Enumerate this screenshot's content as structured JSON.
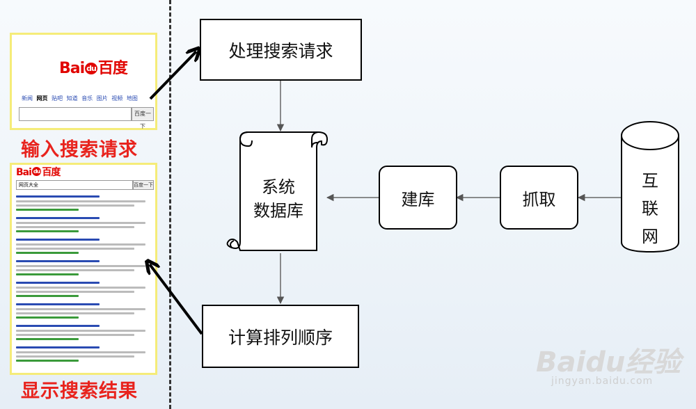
{
  "left": {
    "search_panel": {
      "logo_text": "Bai",
      "logo_du": "du",
      "logo_cn": "百度",
      "nav_items": [
        "新闻",
        "网页",
        "贴吧",
        "知道",
        "音乐",
        "图片",
        "视频",
        "地图"
      ],
      "nav_active": "网页",
      "search_button": "百度一下",
      "caption": "输入搜索请求"
    },
    "results_panel": {
      "logo_text": "Bai",
      "logo_du": "du",
      "logo_cn": "百度",
      "query": "网页大全",
      "search_button": "百度一下",
      "caption": "显示搜索结果"
    }
  },
  "flow": {
    "process_request": "处理搜索请求",
    "database_line1": "系统",
    "database_line2": "数据库",
    "build_index": "建库",
    "crawl": "抓取",
    "internet_line1": "互",
    "internet_line2": "联",
    "internet_line3": "网",
    "rank": "计算排列顺序"
  },
  "watermark": {
    "brand": "Baidu经验",
    "url": "jingyan.baidu.com"
  },
  "colors": {
    "caption_red": "#e8231d",
    "panel_border": "#f5ec79",
    "arrow_gray": "#666666"
  }
}
